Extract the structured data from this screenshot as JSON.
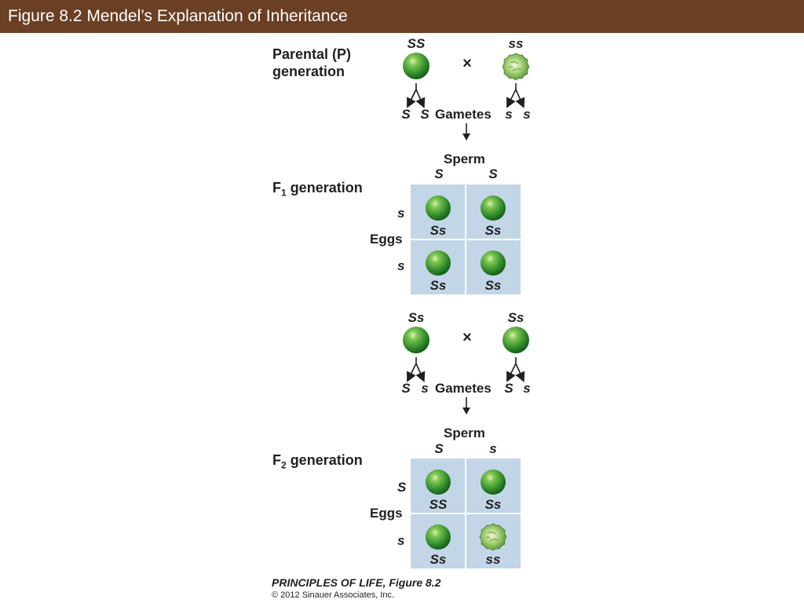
{
  "title": "Figure 8.2  Mendel’s Explanation of Inheritance",
  "parental": {
    "label_line1": "Parental (P)",
    "label_line2": "generation",
    "left_genotype": "SS",
    "right_genotype": "ss",
    "cross_symbol": "×",
    "gametes_word": "Gametes",
    "left_gametes": [
      "S",
      "S"
    ],
    "right_gametes": [
      "s",
      "s"
    ]
  },
  "f1": {
    "label_main": "F",
    "label_sub": "1",
    "label_rest": " generation",
    "sperm_word": "Sperm",
    "sperm_alleles": [
      "S",
      "S"
    ],
    "eggs_word": "Eggs",
    "egg_alleles": [
      "s",
      "s"
    ],
    "cells": [
      "Ss",
      "Ss",
      "Ss",
      "Ss"
    ]
  },
  "f1_cross": {
    "left_genotype": "Ss",
    "right_genotype": "Ss",
    "cross_symbol": "×",
    "gametes_word": "Gametes",
    "left_gametes": [
      "S",
      "s"
    ],
    "right_gametes": [
      "S",
      "s"
    ]
  },
  "f2": {
    "label_main": "F",
    "label_sub": "2",
    "label_rest": " generation",
    "sperm_word": "Sperm",
    "sperm_alleles": [
      "S",
      "s"
    ],
    "eggs_word": "Eggs",
    "egg_alleles": [
      "S",
      "s"
    ],
    "cells": [
      "SS",
      "Ss",
      "Ss",
      "ss"
    ]
  },
  "credit": {
    "book": "PRINCIPLES OF LIFE, Figure 8.2",
    "copyright": "© 2012 Sinauer Associates, Inc."
  },
  "colors": {
    "title_bar": "#6b3f23",
    "grid_fill": "#c2d6e7",
    "round_pea": "#3f9a32",
    "wrinkled_pea": "#9fcf6a"
  }
}
